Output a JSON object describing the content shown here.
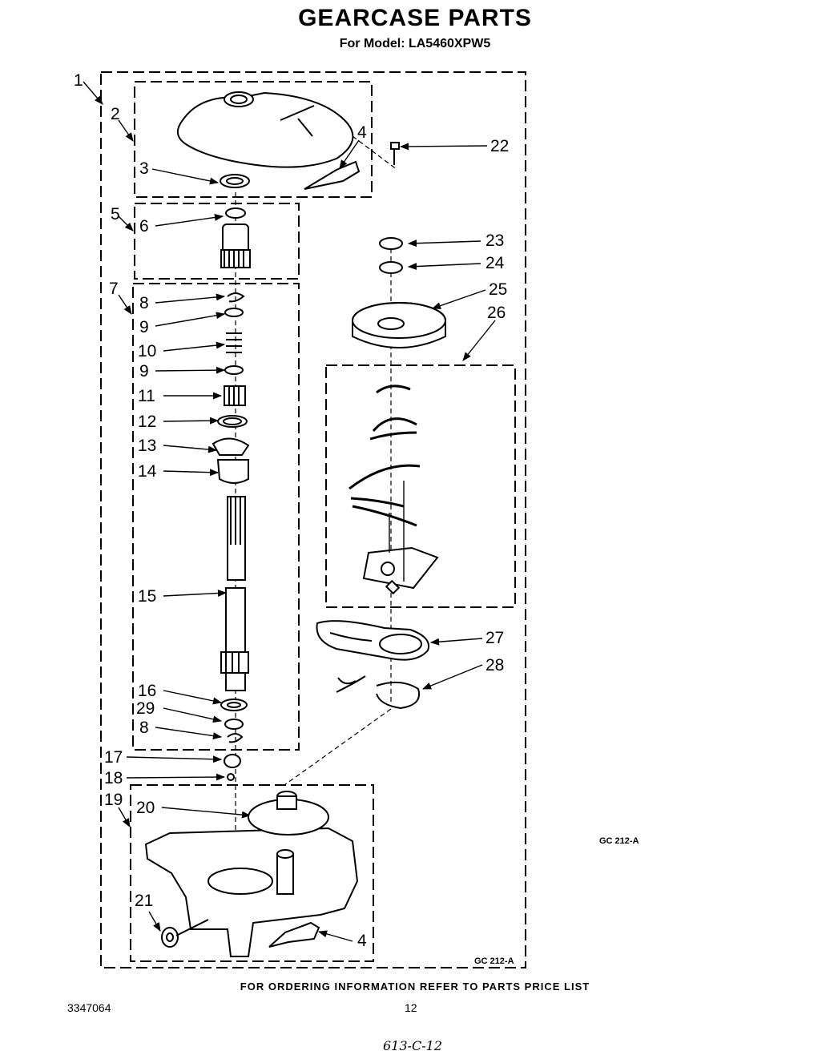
{
  "title": "GEARCASE PARTS",
  "subtitle": "For Model: LA5460XPW5",
  "diagram_code_right": "GC 212-A",
  "diagram_code_bottom": "GC 212-A",
  "footer": "FOR ORDERING INFORMATION REFER TO PARTS PRICE LIST",
  "doc_number": "3347064",
  "page_number": "12",
  "handwritten_note": "613-C-12",
  "callouts": {
    "c1": "1",
    "c2": "2",
    "c3": "3",
    "c4a": "4",
    "c4b": "4",
    "c5": "5",
    "c6": "6",
    "c7": "7",
    "c8a": "8",
    "c8b": "8",
    "c9a": "9",
    "c9b": "9",
    "c10": "10",
    "c11": "11",
    "c12": "12",
    "c13": "13",
    "c14": "14",
    "c15": "15",
    "c16": "16",
    "c17": "17",
    "c18": "18",
    "c19": "19",
    "c20": "20",
    "c21": "21",
    "c22": "22",
    "c23": "23",
    "c24": "24",
    "c25": "25",
    "c26": "26",
    "c27": "27",
    "c28": "28",
    "c29": "29"
  }
}
